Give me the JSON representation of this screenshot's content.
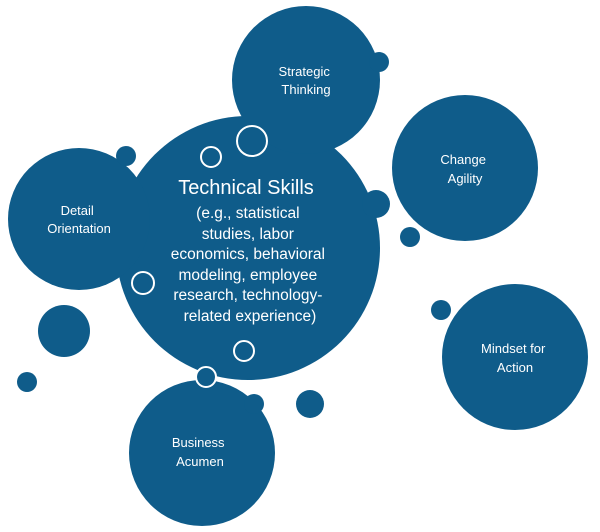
{
  "colors": {
    "bubble_fill": "#0f5c8a",
    "outline": "#ffffff",
    "text": "#ffffff"
  },
  "diagram": {
    "center": {
      "title": "Technical Skills",
      "description_lines": [
        "(e.g., statistical",
        "studies, labor",
        "economics, behavioral",
        "modeling, employee",
        "research, technology-",
        "related experience)"
      ]
    },
    "satellites": {
      "strategic": {
        "lines": [
          "Strategic",
          "Thinking"
        ]
      },
      "change": {
        "lines": [
          "Change",
          "Agility"
        ]
      },
      "detail": {
        "lines": [
          "Detail",
          "Orientation"
        ]
      },
      "mindset": {
        "lines": [
          "Mindset for",
          "Action"
        ]
      },
      "business": {
        "lines": [
          "Business",
          "Acumen"
        ]
      }
    }
  }
}
